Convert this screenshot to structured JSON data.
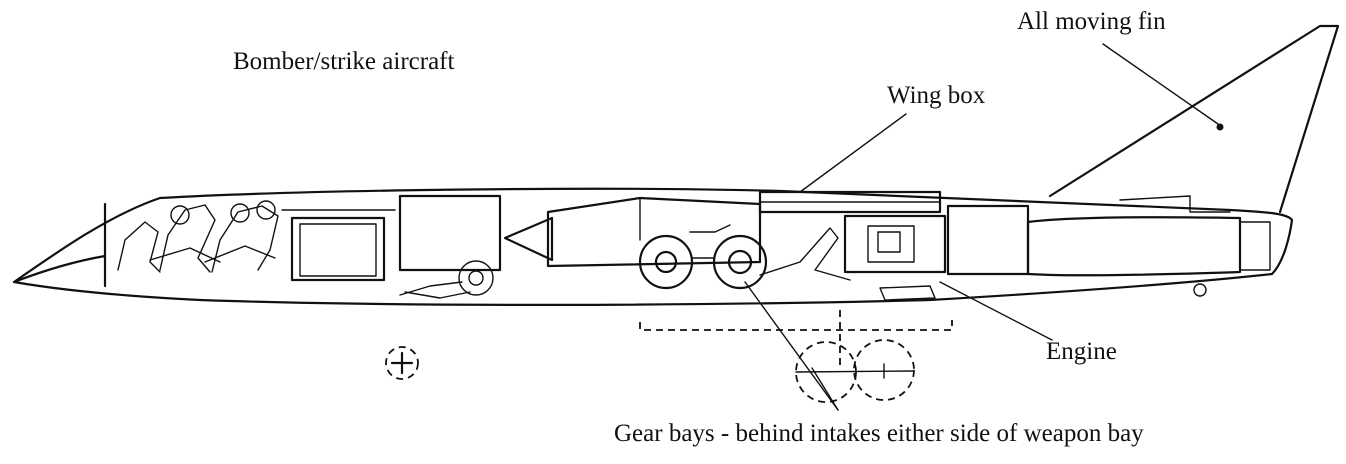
{
  "diagram": {
    "title": "Bomber/strike aircraft",
    "labels": {
      "fin": "All moving fin",
      "wing_box": "Wing box",
      "engine": "Engine",
      "gear_bays": "Gear bays - behind intakes either side of weapon bay"
    },
    "colors": {
      "ink": "#111111",
      "background": "#ffffff"
    }
  }
}
